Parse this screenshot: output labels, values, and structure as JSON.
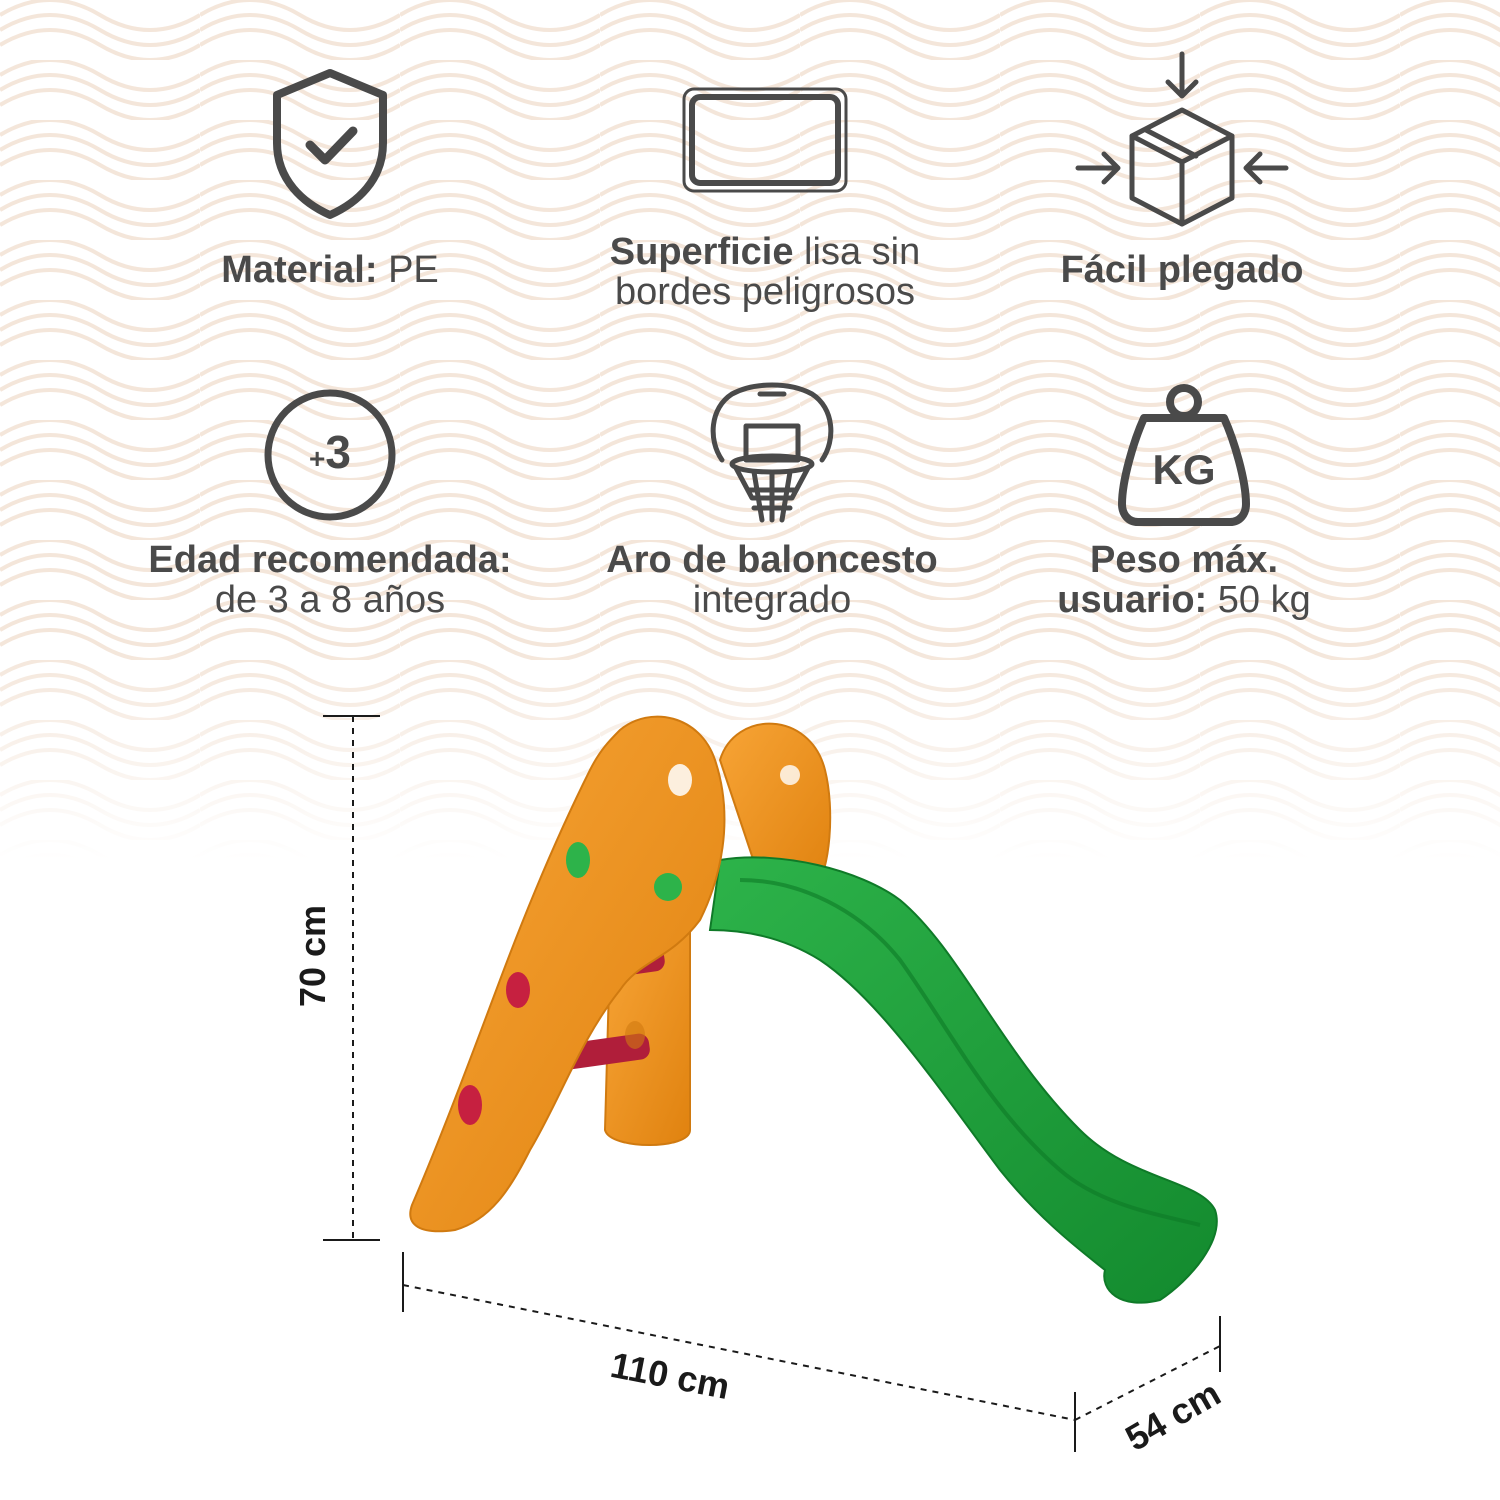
{
  "features": [
    {
      "id": "material",
      "bold": "Material:",
      "normal": " PE",
      "icon": "shield-check-icon"
    },
    {
      "id": "superficie",
      "bold": "Superficie",
      "normal": " lisa sin",
      "line2": "bordes peligrosos",
      "icon": "rounded-rectangle-icon"
    },
    {
      "id": "plegado",
      "bold": "Fácil plegado",
      "normal": "",
      "icon": "compress-box-icon"
    },
    {
      "id": "edad",
      "bold": "Edad recomendada:",
      "line2": "de 3 a 8 años",
      "icon": "age-plus-three-icon",
      "badge_plus": "+",
      "badge_num": "3"
    },
    {
      "id": "aro",
      "bold": "Aro de baloncesto",
      "line2": "integrado",
      "icon": "basketball-hoop-icon"
    },
    {
      "id": "peso",
      "bold": "Peso máx.",
      "bold2": "usuario:",
      "normal2": " 50 kg",
      "icon": "weight-kg-icon",
      "badge": "KG"
    }
  ],
  "dimensions": {
    "height": "70 cm",
    "length": "110 cm",
    "width": "54 cm"
  },
  "colors": {
    "pattern": "#f4e6da",
    "slide_green": "#1e9a3a",
    "frame_orange": "#f0921e",
    "rung_red": "#b01e3a",
    "icon_gray": "#4a4a4a"
  }
}
